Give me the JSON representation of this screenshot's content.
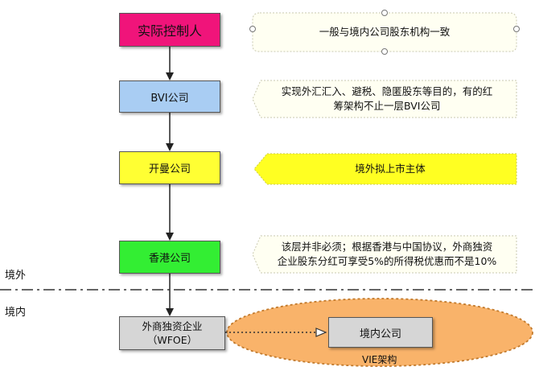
{
  "nodes": {
    "controller": {
      "label": "实际控制人",
      "color": "#f0147a"
    },
    "bvi": {
      "label": "BVI公司",
      "color": "#a9cdf3"
    },
    "cayman": {
      "label": "开曼公司",
      "color": "#ffff33"
    },
    "hongkong": {
      "label": "香港公司",
      "color": "#33ee33"
    },
    "wfoe": {
      "line1": "外商独资企业",
      "line2": "（WFOE）",
      "color": "#d6d6d6"
    },
    "domestic": {
      "label": "境内公司",
      "color": "#d6d6d6"
    }
  },
  "notes": {
    "controller_note": "一般与境内公司股东机构一致",
    "bvi_note_line1": "实现外汇汇入、避税、隐匿股东等目的，有的红",
    "bvi_note_line2": "筹架构不止一层BVI公司",
    "cayman_note": "境外拟上市主体",
    "hk_note_line1": "该层并非必须；根据香港与中国协议，外商独资",
    "hk_note_line2": "企业股东分红可享受5%的所得税优惠而不是10%"
  },
  "regions": {
    "overseas": "境外",
    "domestic": "境内"
  },
  "vie_label": "VIE架构",
  "colors": {
    "note_bg": "#fffff2",
    "cayman_note_bg": "#ffff22",
    "vie_fill": "#f9b36a",
    "vie_border": "#c27a2c"
  }
}
